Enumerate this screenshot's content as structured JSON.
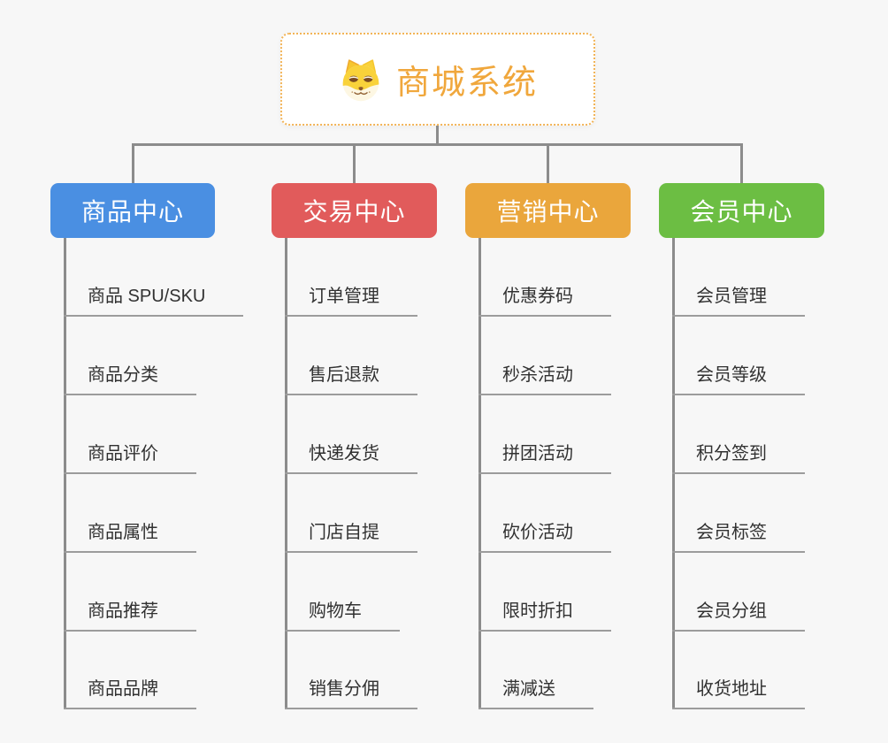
{
  "root": {
    "label": "商城系统",
    "icon": "doge-icon"
  },
  "branches": [
    {
      "label": "商品中心",
      "color": "#4a8fe2",
      "items": [
        "商品 SPU/SKU",
        "商品分类",
        "商品评价",
        "商品属性",
        "商品推荐",
        "商品品牌"
      ]
    },
    {
      "label": "交易中心",
      "color": "#e15b5b",
      "items": [
        "订单管理",
        "售后退款",
        "快递发货",
        "门店自提",
        "购物车",
        "销售分佣"
      ]
    },
    {
      "label": "营销中心",
      "color": "#eaa63c",
      "items": [
        "优惠券码",
        "秒杀活动",
        "拼团活动",
        "砍价活动",
        "限时折扣",
        "满减送"
      ]
    },
    {
      "label": "会员中心",
      "color": "#6cbe43",
      "items": [
        "会员管理",
        "会员等级",
        "积分签到",
        "会员标签",
        "会员分组",
        "收货地址"
      ]
    }
  ],
  "colors": {
    "accent": "#f0a73c",
    "connector": "#8c8c8c",
    "root_border": "#f2b457"
  }
}
